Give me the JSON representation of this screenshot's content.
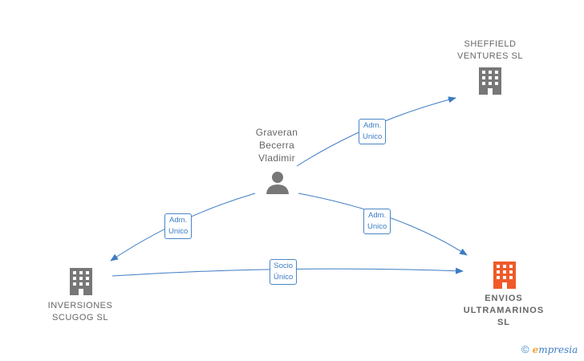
{
  "nodes": {
    "sheffield": {
      "lines": [
        "SHEFFIELD",
        "VENTURES  SL"
      ]
    },
    "person": {
      "lines": [
        "Graveran",
        "Becerra",
        "Vladimir"
      ]
    },
    "inversiones": {
      "lines": [
        "INVERSIONES",
        "SCUGOG  SL"
      ]
    },
    "envios": {
      "lines": [
        "ENVIOS",
        "ULTRAMARINOS",
        "SL"
      ]
    }
  },
  "edges": {
    "person_sheffield": {
      "lines": [
        "Adm.",
        "Unico"
      ]
    },
    "person_inversiones": {
      "lines": [
        "Adm.",
        "Unico"
      ]
    },
    "person_envios": {
      "lines": [
        "Adm.",
        "Unico"
      ]
    },
    "inversiones_envios": {
      "lines": [
        "Socio",
        "Único"
      ]
    }
  },
  "brand": {
    "copyright": "©",
    "name_initial": "e",
    "name_rest": "mpresia"
  },
  "colors": {
    "edge": "#3d7cc4",
    "company": "#777777",
    "main_company": "#f05a28",
    "person": "#777777"
  }
}
